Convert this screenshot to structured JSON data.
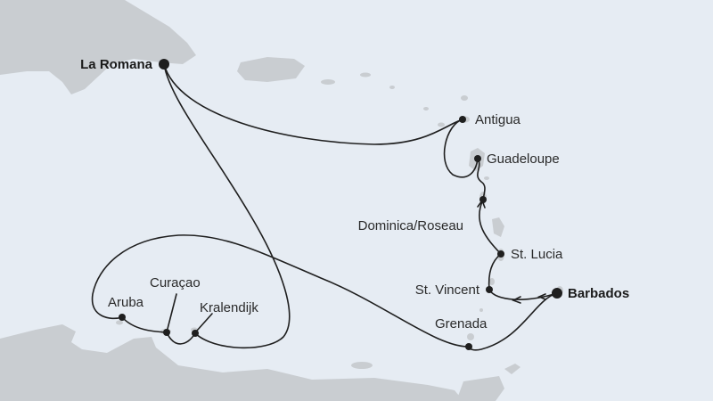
{
  "colors": {
    "sea": "#e6ecf3",
    "land": "#c9cdd1",
    "route": "#1f1f1f"
  },
  "ports": {
    "la_romana": "La Romana",
    "antigua": "Antigua",
    "guadeloupe": "Guadeloupe",
    "dominica": "Dominica/Roseau",
    "st_lucia": "St. Lucia",
    "st_vincent": "St. Vincent",
    "barbados": "Barbados",
    "grenada": "Grenada",
    "aruba": "Aruba",
    "curacao": "Curaçao",
    "kralendijk": "Kralendijk"
  }
}
